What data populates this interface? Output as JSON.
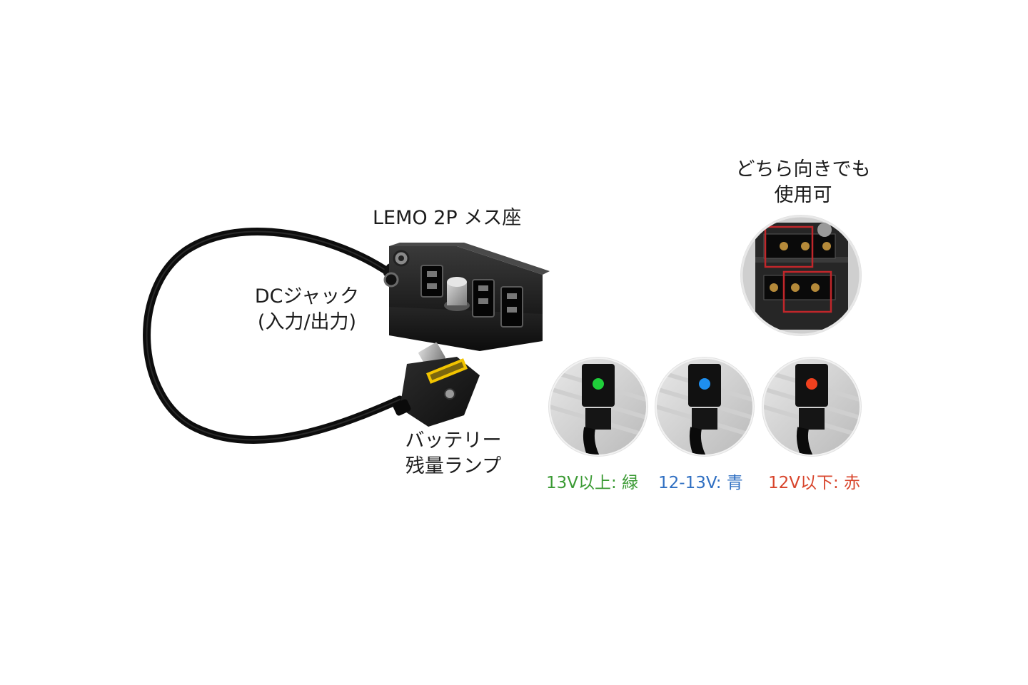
{
  "labels": {
    "lemo": "LEMO 2P メス座",
    "dc_line1": "DCジャック",
    "dc_line2": "(入力/出力)",
    "battery_line1": "バッテリー",
    "battery_line2": "残量ランプ",
    "orient_line1": "どちら向きでも",
    "orient_line2": "使用可"
  },
  "lamps": [
    {
      "text": "13V以上: 緑",
      "color": "#3a9a33",
      "lamp_color": "#1fcf3a"
    },
    {
      "text": "12-13V: 青",
      "color": "#2f6fc2",
      "lamp_color": "#1e8ff0"
    },
    {
      "text": "12V以下: 赤",
      "color": "#d8452c",
      "lamp_color": "#f0401e"
    }
  ]
}
